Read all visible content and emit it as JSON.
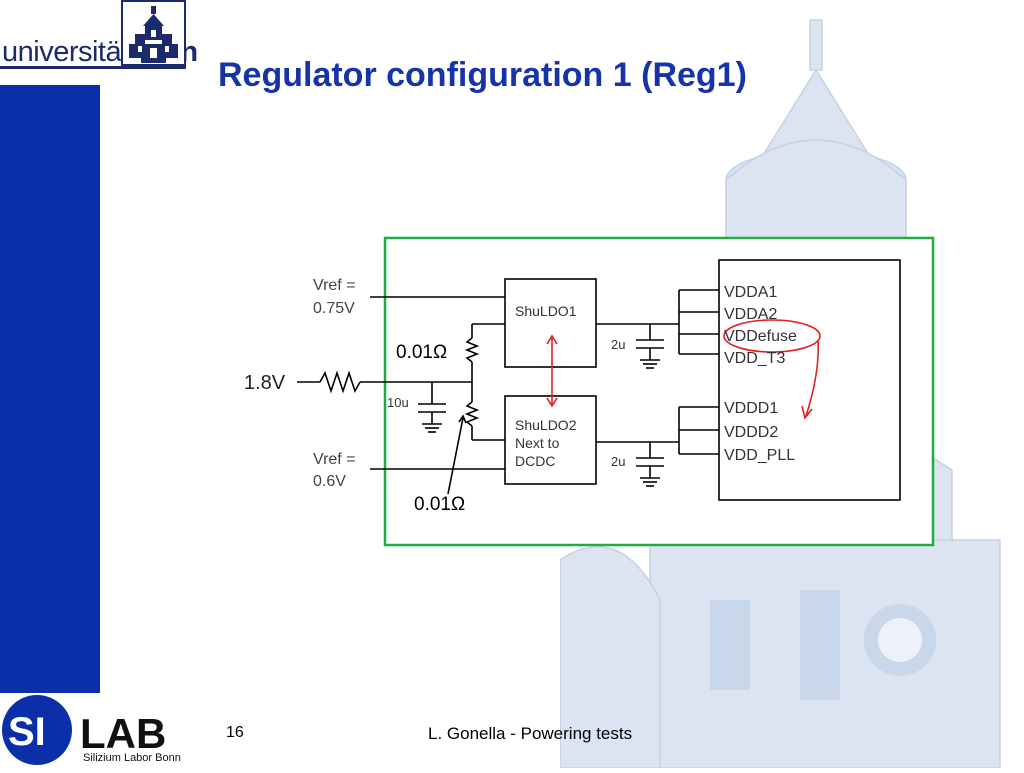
{
  "university": {
    "name_regular": "universität",
    "name_bold": "bonn"
  },
  "slide": {
    "title": "Regulator configuration 1 (Reg1)",
    "page_number": "16",
    "footer": "L. Gonella - Powering tests"
  },
  "lab": {
    "logo_text_left": "SI",
    "logo_text_right": "LAB",
    "subtitle": "Silizium Labor Bonn"
  },
  "diagram": {
    "vref_top_line1": "Vref =",
    "vref_top_line2": "0.75V",
    "vref_bottom_line1": "Vref =",
    "vref_bottom_line2": "0.6V",
    "input_voltage": "1.8V",
    "input_cap": "10u",
    "resistor_top": "0.01Ω",
    "resistor_bottom": "0.01Ω",
    "ldo1_label": "ShuLDO1",
    "ldo2_line1": "ShuLDO2",
    "ldo2_line2": "Next to",
    "ldo2_line3": "DCDC",
    "cap_top": "2u",
    "cap_bottom": "2u",
    "pins_analog": [
      "VDDA1",
      "VDDA2",
      "VDDefuse",
      "VDD_T3"
    ],
    "pins_digital": [
      "VDDD1",
      "VDDD2",
      "VDD_PLL"
    ],
    "colors": {
      "frame": "#22aa44",
      "annotation": "#e02020",
      "wire": "#000000"
    }
  }
}
